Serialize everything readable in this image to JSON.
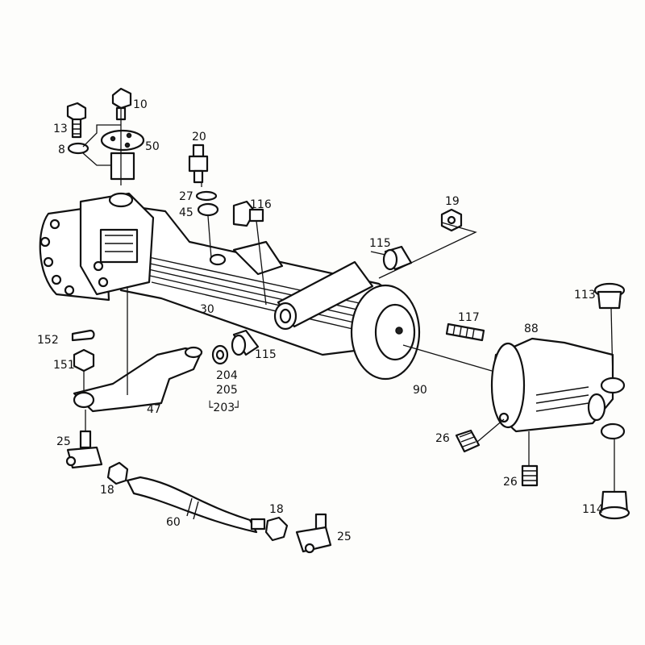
{
  "callouts": [
    {
      "id": "c10",
      "text": "10"
    },
    {
      "id": "c13",
      "text": "13"
    },
    {
      "id": "c8",
      "text": "8"
    },
    {
      "id": "c50",
      "text": "50"
    },
    {
      "id": "c20",
      "text": "20"
    },
    {
      "id": "c27",
      "text": "27"
    },
    {
      "id": "c45",
      "text": "45"
    },
    {
      "id": "c116",
      "text": "116"
    },
    {
      "id": "c19",
      "text": "19"
    },
    {
      "id": "c115a",
      "text": "115"
    },
    {
      "id": "c30",
      "text": "30"
    },
    {
      "id": "c117",
      "text": "117"
    },
    {
      "id": "c88",
      "text": "88"
    },
    {
      "id": "c113",
      "text": "113"
    },
    {
      "id": "c152",
      "text": "152"
    },
    {
      "id": "c151",
      "text": "151"
    },
    {
      "id": "c115b",
      "text": "115"
    },
    {
      "id": "c204",
      "text": "204"
    },
    {
      "id": "c205",
      "text": "205"
    },
    {
      "id": "c203",
      "text": "└203┘"
    },
    {
      "id": "c90",
      "text": "90"
    },
    {
      "id": "c47",
      "text": "47"
    },
    {
      "id": "c25a",
      "text": "25"
    },
    {
      "id": "c26a",
      "text": "26"
    },
    {
      "id": "c26b",
      "text": "26"
    },
    {
      "id": "c18a",
      "text": "18"
    },
    {
      "id": "c60",
      "text": "60"
    },
    {
      "id": "c18b",
      "text": "18"
    },
    {
      "id": "c25b",
      "text": "25"
    },
    {
      "id": "c114",
      "text": "114"
    }
  ]
}
